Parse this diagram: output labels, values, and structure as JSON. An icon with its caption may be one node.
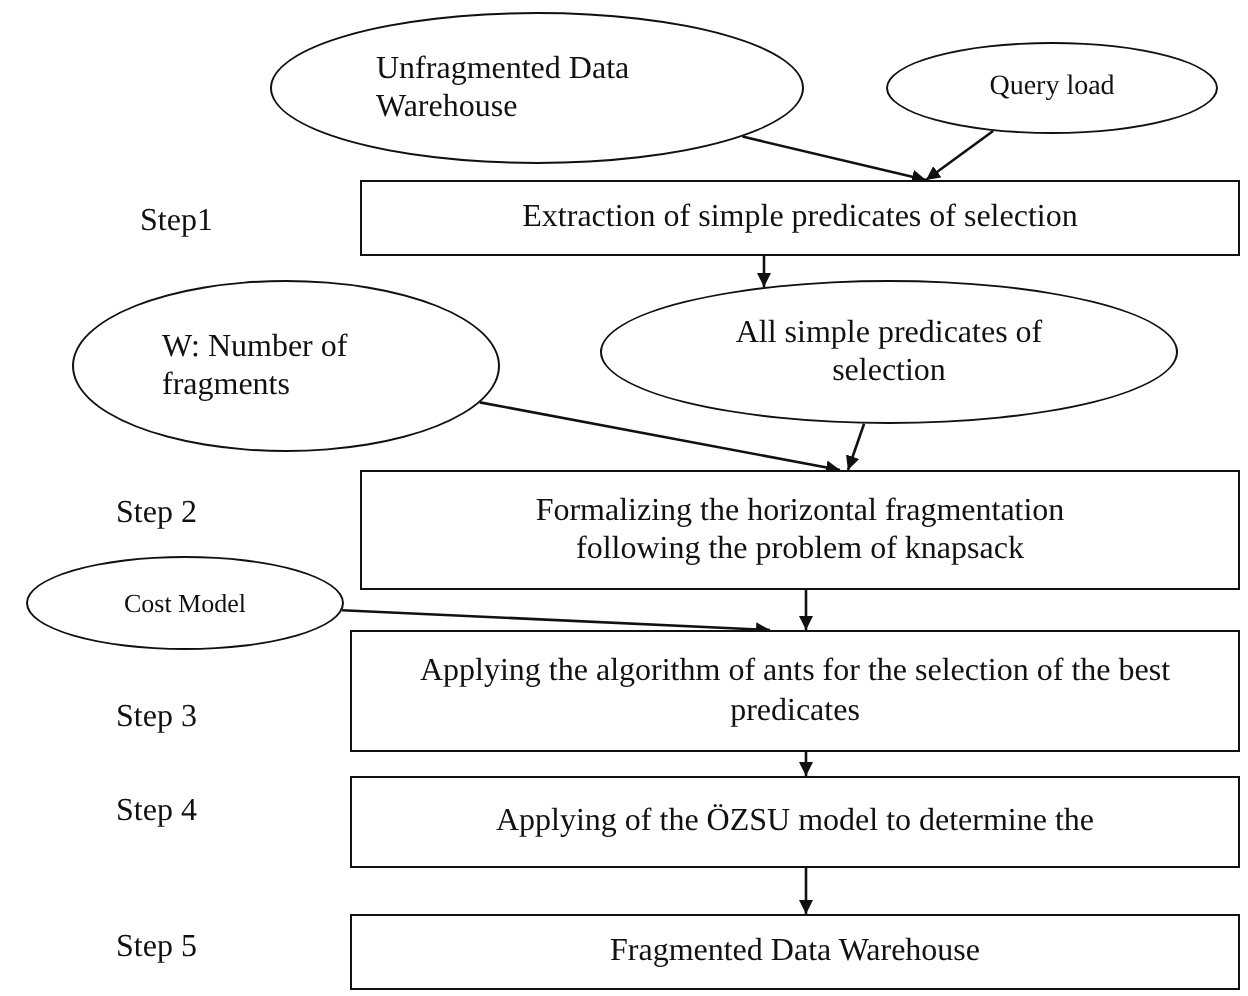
{
  "diagram": {
    "nodes": [
      {
        "text": [
          "Unfragmented  Data Warehouse"
        ]
      },
      {
        "text": [
          "Query load"
        ]
      },
      {
        "text": [
          "Extraction of simple predicates of selection"
        ]
      },
      {
        "text": [
          "W: Number of fragments"
        ]
      },
      {
        "text": [
          "All simple predicates of selection"
        ]
      },
      {
        "text": [
          "Formalizing the horizontal fragmentation following the problem of knapsack"
        ]
      },
      {
        "text": [
          "Cost Model"
        ]
      },
      {
        "text": [
          "Applying the  algorithm of  ants for  the selection of the  best predicates"
        ]
      },
      {
        "text": [
          "Applying of the ÖZSU model to determine the"
        ]
      },
      {
        "text": [
          "Fragmented Data Warehouse"
        ]
      }
    ],
    "edges": [
      {
        "from": 0,
        "to": 2,
        "arrow": "to"
      },
      {
        "from": 1,
        "to": 2,
        "arrow": "to"
      },
      {
        "from": 2,
        "to": 4,
        "arrow": "to"
      },
      {
        "from": 3,
        "to": 5,
        "arrow": "to"
      },
      {
        "from": 4,
        "to": 5,
        "arrow": "to"
      },
      {
        "from": 6,
        "to": 7,
        "arrow": "to"
      },
      {
        "from": 5,
        "to": 7,
        "arrow": "to"
      },
      {
        "from": 7,
        "to": 8,
        "arrow": "to"
      },
      {
        "from": 8,
        "to": 9,
        "arrow": "to"
      }
    ],
    "labels": [
      "Step1",
      "Step 2",
      "Step 3",
      "Step 4",
      "Step 5"
    ]
  }
}
